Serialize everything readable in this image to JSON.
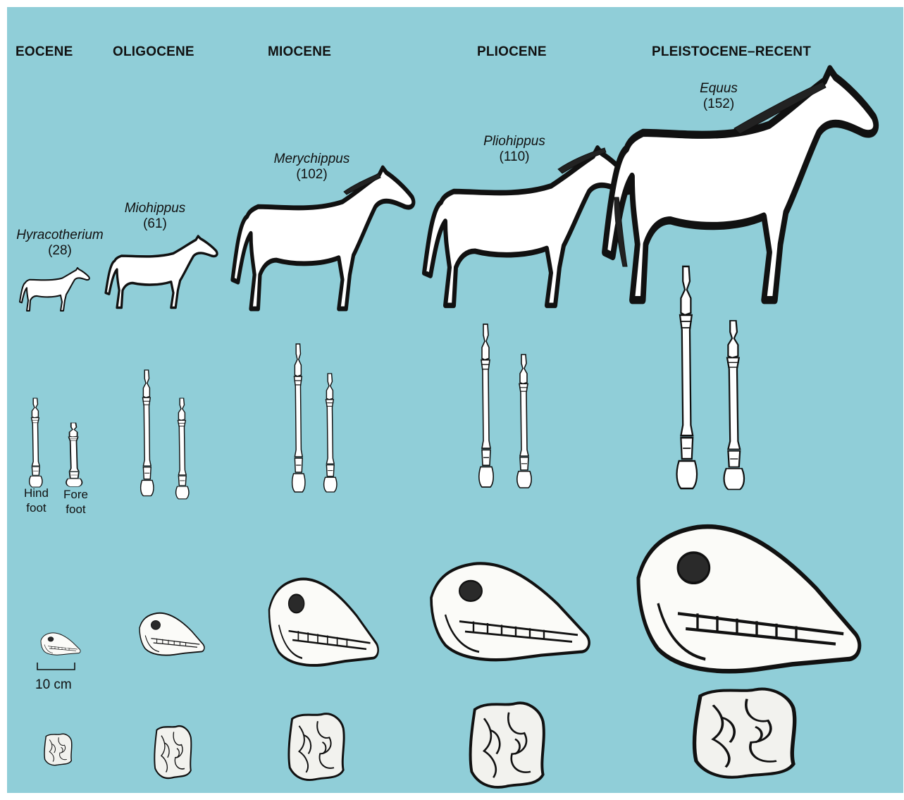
{
  "epochs": [
    "EOCENE",
    "OLIGOCENE",
    "MIOCENE",
    "PLIOCENE",
    "PLEISTOCENE–RECENT"
  ],
  "genera": [
    {
      "name": "Hyracotherium",
      "height": "(28)"
    },
    {
      "name": "Miohippus",
      "height": "(61)"
    },
    {
      "name": "Merychippus",
      "height": "(102)"
    },
    {
      "name": "Pliohippus",
      "height": "(110)"
    },
    {
      "name": "Equus",
      "height": "(152)"
    }
  ],
  "feet_labels": {
    "hind": "Hind\nfoot",
    "fore": "Fore\nfoot"
  },
  "scale_bar": {
    "label": "10 cm"
  },
  "colors": {
    "background": "#90ced8",
    "outline": "#111111",
    "fill": "#ffffff"
  }
}
